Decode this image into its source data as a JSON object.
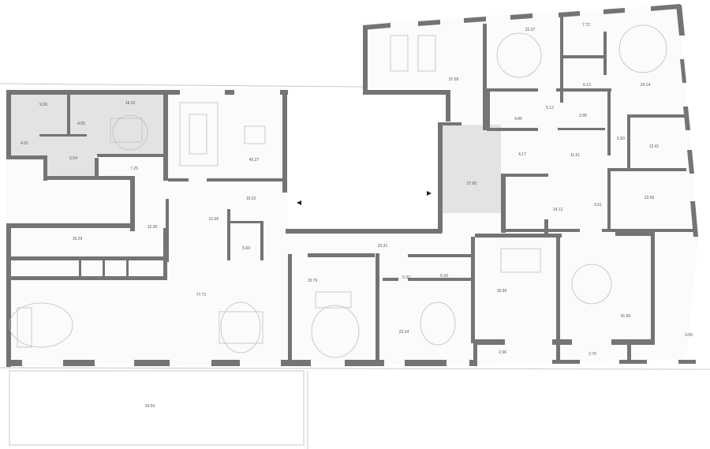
{
  "plan": {
    "title": "Apartment floor plan",
    "colors": {
      "wall": "#747474",
      "service_rooms": "#e3e3e3",
      "floor": "#fbfbfb"
    },
    "rooms": [
      {
        "id": "bath-1",
        "area": "9.30"
      },
      {
        "id": "wc-1",
        "area": "4.55"
      },
      {
        "id": "bedroom-1",
        "area": "18.10"
      },
      {
        "id": "laundry",
        "area": "4.51"
      },
      {
        "id": "dressing-1",
        "area": "5.54"
      },
      {
        "id": "hall-1",
        "area": "7.25"
      },
      {
        "id": "kitchen-dining",
        "area": "45.27"
      },
      {
        "id": "hall-2",
        "area": "10.22"
      },
      {
        "id": "corridor-1",
        "area": "12.35"
      },
      {
        "id": "gallery",
        "area": "21.05"
      },
      {
        "id": "storage-long",
        "area": "16.29"
      },
      {
        "id": "wc-2",
        "area": "5.60"
      },
      {
        "id": "living",
        "area": "77.71"
      },
      {
        "id": "corridor-2",
        "area": "23.31"
      },
      {
        "id": "entrance",
        "area": "27.60"
      },
      {
        "id": "gym",
        "area": "37.58"
      },
      {
        "id": "bedroom-2",
        "area": "22.37"
      },
      {
        "id": "closet-a",
        "area": "7.72"
      },
      {
        "id": "closet-b",
        "area": "6.13"
      },
      {
        "id": "master-bedroom",
        "area": "24.14"
      },
      {
        "id": "dressing-2",
        "area": "4.85"
      },
      {
        "id": "hall-3",
        "area": "5.12"
      },
      {
        "id": "bath-2",
        "area": "3.99"
      },
      {
        "id": "dressing-3",
        "area": "4.17"
      },
      {
        "id": "corridor-3",
        "area": "11.51"
      },
      {
        "id": "hall-4",
        "area": "5.50"
      },
      {
        "id": "bath-3",
        "area": "12.41"
      },
      {
        "id": "dressing-4",
        "area": "14.12"
      },
      {
        "id": "hall-5",
        "area": "3.51"
      },
      {
        "id": "bath-4",
        "area": "22.56"
      },
      {
        "id": "study",
        "area": "15.79"
      },
      {
        "id": "hall-6",
        "area": "5.32"
      },
      {
        "id": "bath-5",
        "area": "6.33"
      },
      {
        "id": "office",
        "area": "16.50"
      },
      {
        "id": "bedroom-3",
        "area": "41.50"
      },
      {
        "id": "bedroom-4",
        "area": "23.14"
      },
      {
        "id": "balcony-1",
        "area": "2.96"
      },
      {
        "id": "balcony-2",
        "area": "2.70"
      },
      {
        "id": "balcony-3",
        "area": "3.00"
      },
      {
        "id": "terrace",
        "area": "24.50"
      }
    ]
  }
}
